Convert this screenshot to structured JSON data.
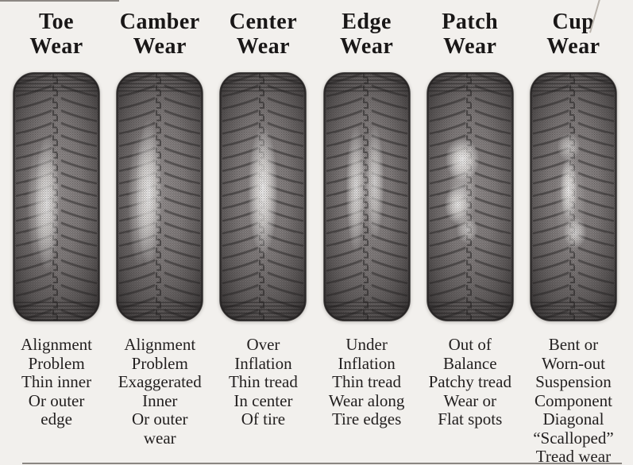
{
  "colors": {
    "background": "#f2f0ed",
    "text": "#1b1818",
    "tire_dark": "#2d2a2a",
    "tire_mid": "#5c5858",
    "tire_light": "#979292",
    "wear_highlight": "#ffffff"
  },
  "columns": [
    {
      "title": "Toe\nWear",
      "caption": "Alignment\nProblem\nThin inner\nOr outer\nedge",
      "image": "tire-tread-toe-wear"
    },
    {
      "title": "Camber\nWear",
      "caption": "Alignment\nProblem\nExaggerated\nInner\nOr outer\nwear",
      "image": "tire-tread-camber-wear"
    },
    {
      "title": "Center\nWear",
      "caption": "Over\nInflation\nThin tread\nIn center\nOf tire",
      "image": "tire-tread-center-wear"
    },
    {
      "title": "Edge\nWear",
      "caption": "Under\nInflation\nThin tread\nWear along\nTire edges",
      "image": "tire-tread-edge-wear"
    },
    {
      "title": "Patch\nWear",
      "caption": "Out of\nBalance\nPatchy tread\nWear or\nFlat spots",
      "image": "tire-tread-patch-wear"
    },
    {
      "title": "Cup\nWear",
      "caption": "Bent or\nWorn-out\nSuspension\nComponent\nDiagonal\n“Scalloped”\nTread wear",
      "image": "tire-tread-cup-wear"
    }
  ]
}
